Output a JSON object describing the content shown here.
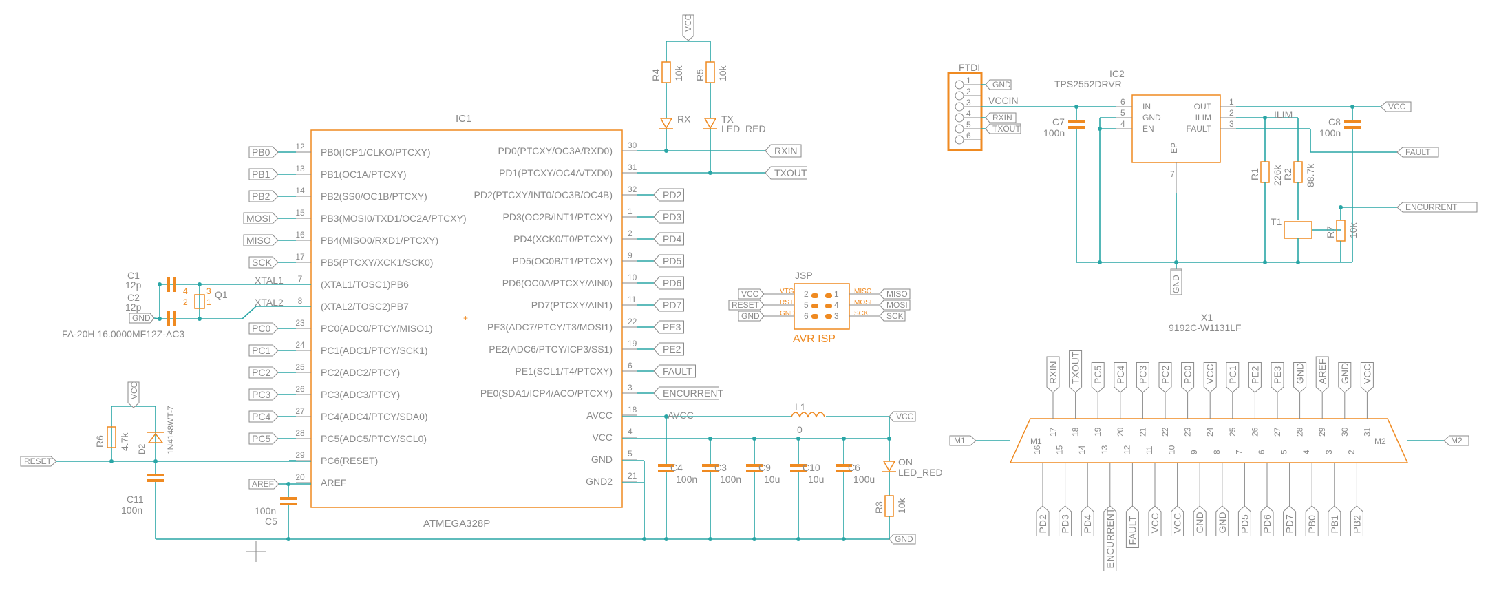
{
  "mcu": {
    "ref": "IC1",
    "value": "ATMEGA328P",
    "left_pins": [
      {
        "num": "12",
        "name": "PB0(ICP1/CLKO/PTCXY)",
        "net": "PB0"
      },
      {
        "num": "13",
        "name": "PB1(OC1A/PTCXY)",
        "net": "PB1"
      },
      {
        "num": "14",
        "name": "PB2(SS0/OC1B/PTCXY)",
        "net": "PB2"
      },
      {
        "num": "15",
        "name": "PB3(MOSI0/TXD1/OC2A/PTCXY)",
        "net": "MOSI"
      },
      {
        "num": "16",
        "name": "PB4(MISO0/RXD1/PTCXY)",
        "net": "MISO"
      },
      {
        "num": "17",
        "name": "PB5(PTCXY/XCK1/SCK0)",
        "net": "SCK"
      },
      {
        "num": "7",
        "name": "(XTAL1/TOSC1)PB6",
        "net": "XTAL1"
      },
      {
        "num": "8",
        "name": "(XTAL2/TOSC2)PB7",
        "net": "XTAL2"
      },
      {
        "num": "23",
        "name": "PC0(ADC0/PTCY/MISO1)",
        "net": "PC0"
      },
      {
        "num": "24",
        "name": "PC1(ADC1/PTCY/SCK1)",
        "net": "PC1"
      },
      {
        "num": "25",
        "name": "PC2(ADC2/PTCY)",
        "net": "PC2"
      },
      {
        "num": "26",
        "name": "PC3(ADC3/PTCY)",
        "net": "PC3"
      },
      {
        "num": "27",
        "name": "PC4(ADC4/PTCY/SDA0)",
        "net": "PC4"
      },
      {
        "num": "28",
        "name": "PC5(ADC5/PTCY/SCL0)",
        "net": "PC5"
      },
      {
        "num": "29",
        "name": "PC6(RESET)",
        "net": ""
      },
      {
        "num": "20",
        "name": "AREF",
        "net": ""
      }
    ],
    "right_pins": [
      {
        "num": "30",
        "name": "PD0(PTCXY/OC3A/RXD0)",
        "net": "RXIN"
      },
      {
        "num": "31",
        "name": "PD1(PTCXY/OC4A/TXD0)",
        "net": "TXOUT"
      },
      {
        "num": "32",
        "name": "PD2(PTCXY/INT0/OC3B/OC4B)",
        "net": "PD2"
      },
      {
        "num": "1",
        "name": "PD3(OC2B/INT1/PTCXY)",
        "net": "PD3"
      },
      {
        "num": "2",
        "name": "PD4(XCK0/T0/PTCXY)",
        "net": "PD4"
      },
      {
        "num": "9",
        "name": "PD5(OC0B/T1/PTCXY)",
        "net": "PD5"
      },
      {
        "num": "10",
        "name": "PD6(OC0A/PTCXY/AIN0)",
        "net": "PD6"
      },
      {
        "num": "11",
        "name": "PD7(PTCXY/AIN1)",
        "net": "PD7"
      },
      {
        "num": "22",
        "name": "PE3(ADC7/PTCY/T3/MOSI1)",
        "net": "PE3"
      },
      {
        "num": "19",
        "name": "PE2(ADC6/PTCY/ICP3/SS1)",
        "net": "PE2"
      },
      {
        "num": "6",
        "name": "PE1(SCL1/T4/PTCXY)",
        "net": "FAULT"
      },
      {
        "num": "3",
        "name": "PE0(SDA1/ICP4/ACO/PTCXY)",
        "net": "ENCURRENT"
      },
      {
        "num": "18",
        "name": "AVCC",
        "net": ""
      },
      {
        "num": "4",
        "name": "VCC",
        "net": ""
      },
      {
        "num": "5",
        "name": "GND",
        "net": ""
      },
      {
        "num": "21",
        "name": "GND2",
        "net": ""
      }
    ]
  },
  "crystal": {
    "ref": "Q1",
    "part": "FA-20H 16.0000MF12Z-AC3",
    "c1_ref": "C1",
    "c1_val": "12p",
    "c2_ref": "C2",
    "c2_val": "12p",
    "pins": [
      "4",
      "3",
      "2",
      "1"
    ],
    "net1": "XTAL1",
    "net2": "XTAL2",
    "gnd": "GND"
  },
  "reset": {
    "r_ref": "R6",
    "r_val": "4.7k",
    "d_ref": "D2",
    "d_val": "1N4148WT-7",
    "c_ref": "C11",
    "c_val": "100n",
    "flag": "RESET",
    "vcc": "VCC"
  },
  "aref": {
    "flag": "AREF",
    "c_ref": "C5",
    "c_val": "100n"
  },
  "leds": {
    "r4_ref": "R4",
    "r4_val": "10k",
    "r5_ref": "R5",
    "r5_val": "10k",
    "vcc": "VCC",
    "rx": "RX",
    "tx": "TX",
    "led_val": "LED_RED"
  },
  "isp": {
    "ref": "JSP",
    "value": "AVR ISP",
    "left_flags": [
      "VCC",
      "RESET",
      "GND"
    ],
    "left_labels": [
      "VTG",
      "RST",
      "GND"
    ],
    "left_nums": [
      "2",
      "5",
      "6"
    ],
    "right_nums": [
      "1",
      "4",
      "3"
    ],
    "right_labels": [
      "MISO",
      "MOSI",
      "SCK"
    ],
    "right_flags": [
      "MISO",
      "MOSI",
      "SCK"
    ]
  },
  "power": {
    "avcc_label": "AVCC",
    "inductor_ref": "L1",
    "inductor_val": "0",
    "vcc_flag": "VCC",
    "gnd_flag": "GND",
    "caps": [
      {
        "ref": "C4",
        "val": "100n"
      },
      {
        "ref": "C3",
        "val": "100n"
      },
      {
        "ref": "C9",
        "val": "10u"
      },
      {
        "ref": "C10",
        "val": "10u"
      },
      {
        "ref": "C6",
        "val": "100u"
      }
    ],
    "on_led": "ON",
    "on_led_val": "LED_RED",
    "r3_ref": "R3",
    "r3_val": "10k"
  },
  "ftdi": {
    "ref": "FTDI",
    "pins": [
      "1",
      "2",
      "3",
      "4",
      "5",
      "6"
    ],
    "flags": [
      "GND",
      "",
      "",
      "RXIN",
      "TXOUT",
      ""
    ]
  },
  "regulator": {
    "ref": "IC2",
    "value": "TPS2552DRVR",
    "left_pins": [
      {
        "num": "6",
        "name": "IN"
      },
      {
        "num": "5",
        "name": "GND"
      },
      {
        "num": "4",
        "name": "EN"
      }
    ],
    "right_pins": [
      {
        "num": "1",
        "name": "OUT"
      },
      {
        "num": "2",
        "name": "ILIM"
      },
      {
        "num": "3",
        "name": "FAULT"
      }
    ],
    "bottom_pin": {
      "num": "7",
      "name": "EP"
    },
    "vccin": "VCCIN",
    "ilim": "ILIM",
    "c7_ref": "C7",
    "c7_val": "100n",
    "c8_ref": "C8",
    "c8_val": "100n",
    "r1_ref": "R1",
    "r1_val": "226k",
    "r2_ref": "R2",
    "r2_val": "88.7k",
    "r7_ref": "R7",
    "r7_val": "10k",
    "t1_ref": "T1",
    "flags": {
      "vcc": "VCC",
      "fault": "FAULT",
      "encurrent": "ENCURRENT",
      "gnd": "GND"
    }
  },
  "connector": {
    "ref": "X1",
    "value": "9192C-W1131LF",
    "m1": "M1",
    "m2": "M2",
    "top_pins": [
      {
        "num": "17",
        "net": "RXIN"
      },
      {
        "num": "18",
        "net": "TXOUT"
      },
      {
        "num": "19",
        "net": "PC5"
      },
      {
        "num": "20",
        "net": "PC4"
      },
      {
        "num": "21",
        "net": "PC3"
      },
      {
        "num": "22",
        "net": "PC2"
      },
      {
        "num": "23",
        "net": "PC0"
      },
      {
        "num": "24",
        "net": "VCC"
      },
      {
        "num": "25",
        "net": "PC1"
      },
      {
        "num": "26",
        "net": "PE2"
      },
      {
        "num": "27",
        "net": "PE3"
      },
      {
        "num": "28",
        "net": "GND"
      },
      {
        "num": "29",
        "net": "AREF"
      },
      {
        "num": "30",
        "net": "GND"
      },
      {
        "num": "31",
        "net": "VCC"
      }
    ],
    "bottom_pins": [
      {
        "num": "16",
        "net": "PD2"
      },
      {
        "num": "15",
        "net": "PD3"
      },
      {
        "num": "14",
        "net": "PD4"
      },
      {
        "num": "13",
        "net": "ENCURRENT"
      },
      {
        "num": "12",
        "net": "FAULT"
      },
      {
        "num": "11",
        "net": "VCC"
      },
      {
        "num": "10",
        "net": "VCC"
      },
      {
        "num": "9",
        "net": "GND"
      },
      {
        "num": "8",
        "net": "GND"
      },
      {
        "num": "7",
        "net": "PD5"
      },
      {
        "num": "6",
        "net": "PD6"
      },
      {
        "num": "5",
        "net": "PD7"
      },
      {
        "num": "4",
        "net": "PB0"
      },
      {
        "num": "3",
        "net": "PB1"
      },
      {
        "num": "2",
        "net": "PB2"
      }
    ]
  }
}
